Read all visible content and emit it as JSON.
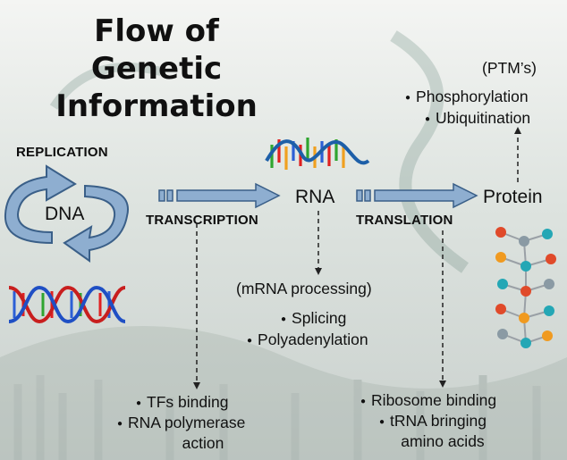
{
  "title": {
    "line1": "Flow of",
    "line2": "Genetic Information"
  },
  "nodes": {
    "dna": "DNA",
    "rna": "RNA",
    "protein": "Protein"
  },
  "processes": {
    "replication": "REPLICATION",
    "transcription": "TRANSCRIPTION",
    "translation": "TRANSLATION"
  },
  "ptm": {
    "heading": "(PTM’s)",
    "items": [
      "Phosphorylation",
      "Ubiquitination"
    ]
  },
  "mrna_processing": {
    "heading": "(mRNA processing)",
    "items": [
      "Splicing",
      "Polyadenylation"
    ]
  },
  "transcription_notes": {
    "items": [
      "TFs binding",
      "RNA polymerase",
      "action"
    ]
  },
  "translation_notes": {
    "items": [
      "Ribosome binding",
      "tRNA bringing",
      "amino acids"
    ]
  },
  "icons": [
    "dna-helix-icon",
    "rna-strand-icon",
    "protein-molecule-icon",
    "replication-cycle-arrows"
  ],
  "colors": {
    "arrow_fill": "#8eaed0",
    "arrow_stroke": "#3a5f88",
    "connector": "#222222"
  }
}
